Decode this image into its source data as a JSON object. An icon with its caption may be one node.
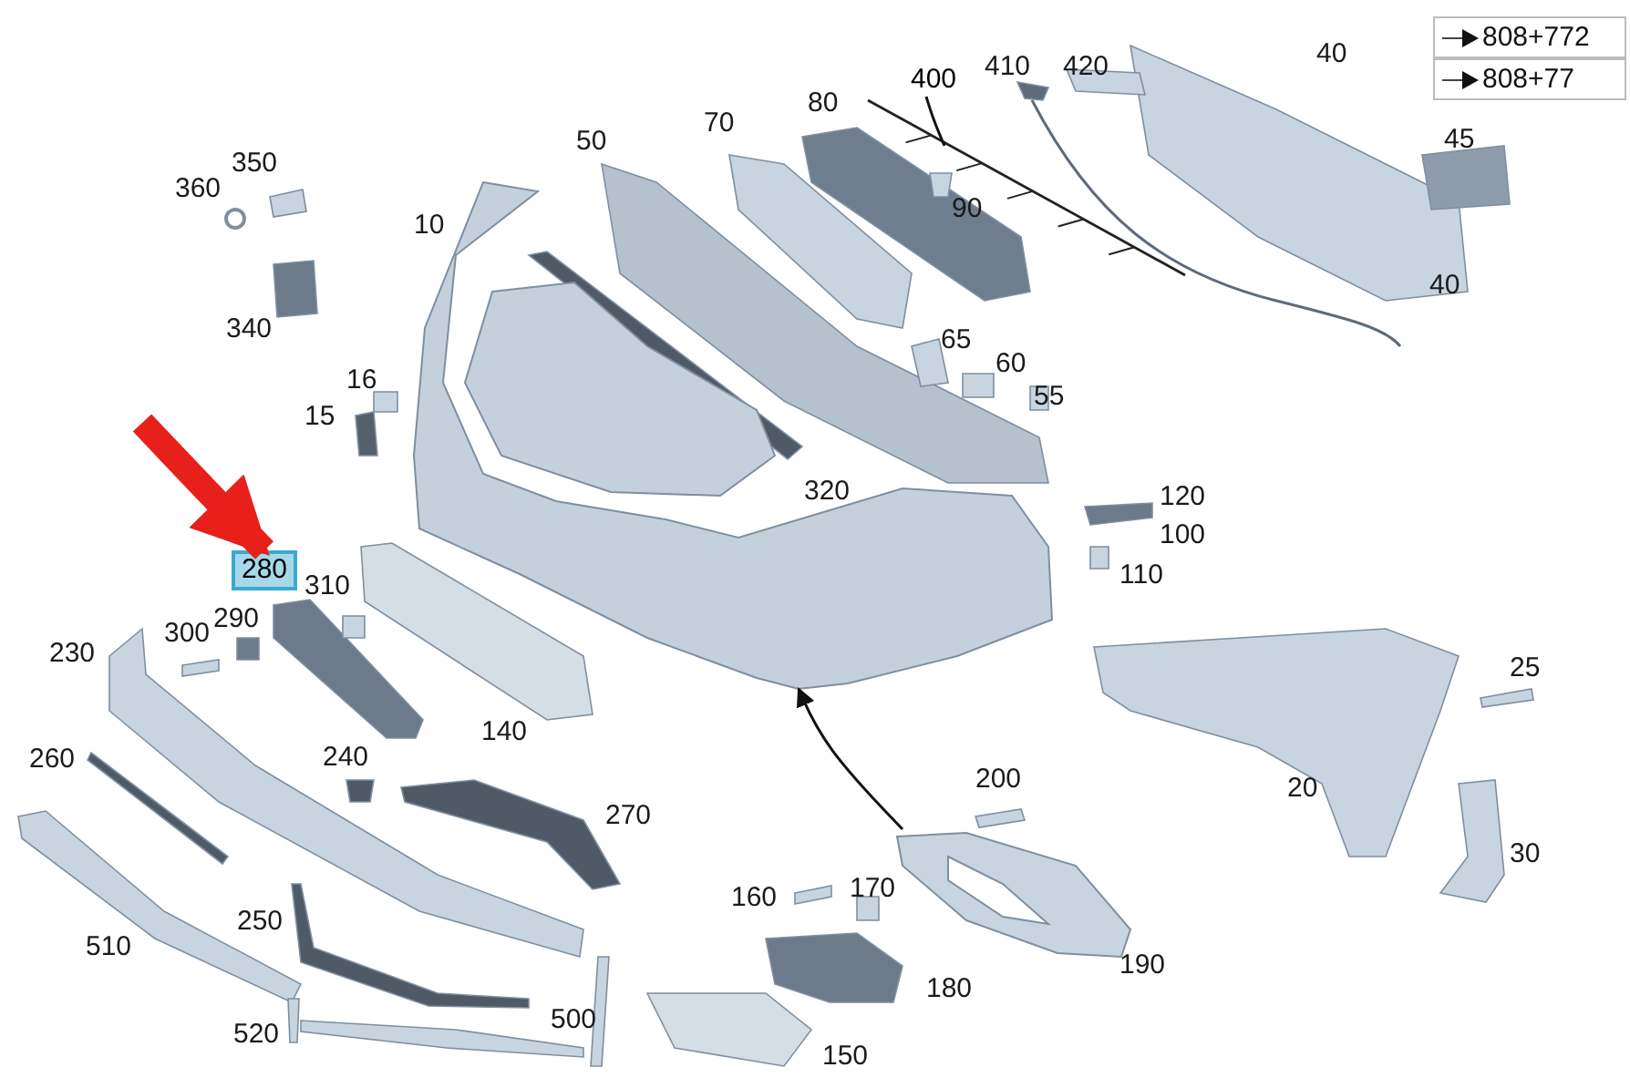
{
  "diagram": {
    "nodes": [
      {
        "text": [
          "280"
        ]
      },
      {
        "text": [
          "400"
        ]
      },
      {
        "text": [],
        "shape": "picture"
      },
      {
        "text": [],
        "shape": "picture"
      },
      {
        "text": [],
        "shape": "picture"
      }
    ],
    "edges": [
      {
        "from": null,
        "to": 0,
        "arrow": "to",
        "style": "thick",
        "color": "#e8201c"
      },
      {
        "from": 1,
        "to": 2,
        "arrow": "none"
      },
      {
        "from": 4,
        "to": 3,
        "arrow": "to"
      }
    ],
    "labels": [
      "808+772",
      "808+77",
      "40",
      "410",
      "420",
      "80",
      "70",
      "45",
      "50",
      "350",
      "360",
      "90",
      "10",
      "40",
      "340",
      "65",
      "60",
      "16",
      "55",
      "15",
      "320",
      "120",
      "100",
      "110",
      "310",
      "290",
      "300",
      "230",
      "25",
      "140",
      "240",
      "260",
      "200",
      "20",
      "270",
      "30",
      "170",
      "160",
      "250",
      "510",
      "190",
      "180",
      "500",
      "520",
      "150"
    ]
  }
}
